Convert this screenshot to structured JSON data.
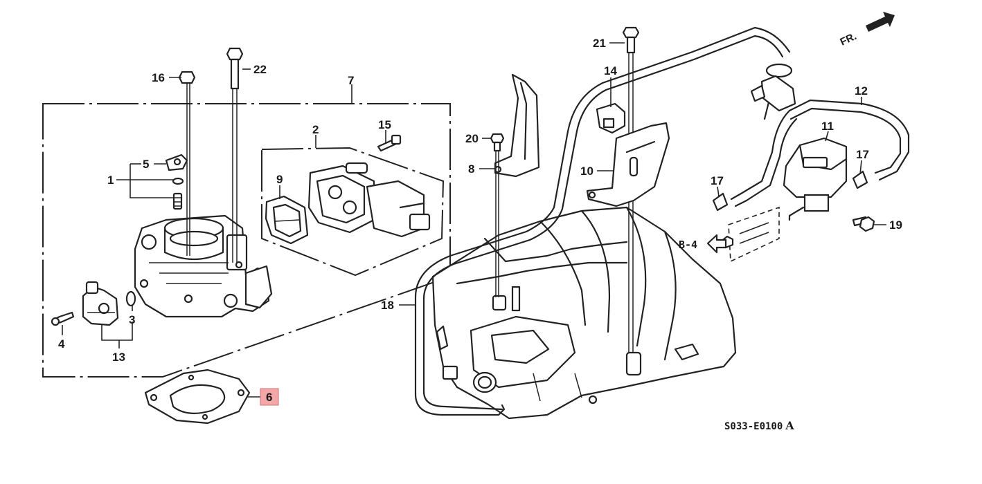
{
  "callouts": {
    "c1": "1",
    "c2": "2",
    "c3": "3",
    "c4": "4",
    "c5": "5",
    "c6": "6",
    "c7": "7",
    "c8": "8",
    "c9": "9",
    "c10": "10",
    "c11": "11",
    "c12": "12",
    "c13": "13",
    "c14": "14",
    "c15": "15",
    "c16": "16",
    "c17a": "17",
    "c17b": "17",
    "c18": "18",
    "c19": "19",
    "c20": "20",
    "c21": "21",
    "c22": "22"
  },
  "direction": "FR.",
  "ref_label": "B-4",
  "diagram_code": "S033-E0100",
  "diagram_rev": "A",
  "highlight_color": "#f4a7a8"
}
